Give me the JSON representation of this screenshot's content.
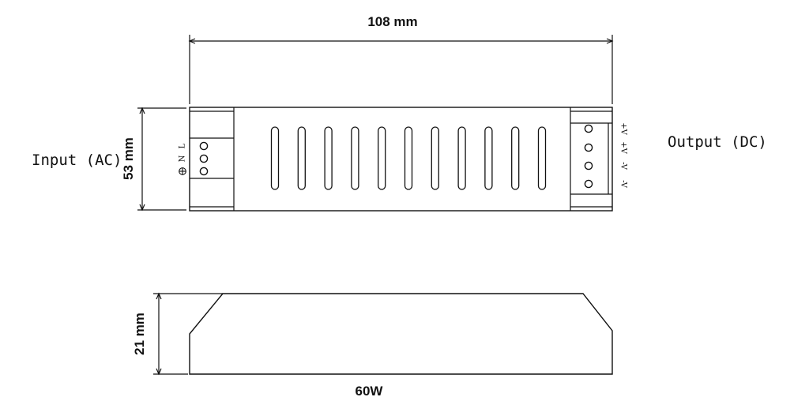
{
  "dimensions": {
    "width": "108 mm",
    "height": "53 mm",
    "depth": "21 mm"
  },
  "labels": {
    "input": "Input (AC)",
    "output": "Output (DC)",
    "model": "60W"
  },
  "input_terminals": [
    "L",
    "N",
    "⊕"
  ],
  "output_terminals": [
    "+V",
    "+V",
    "-V",
    "-V"
  ],
  "colors": {
    "line": "#111111",
    "background": "#ffffff"
  }
}
